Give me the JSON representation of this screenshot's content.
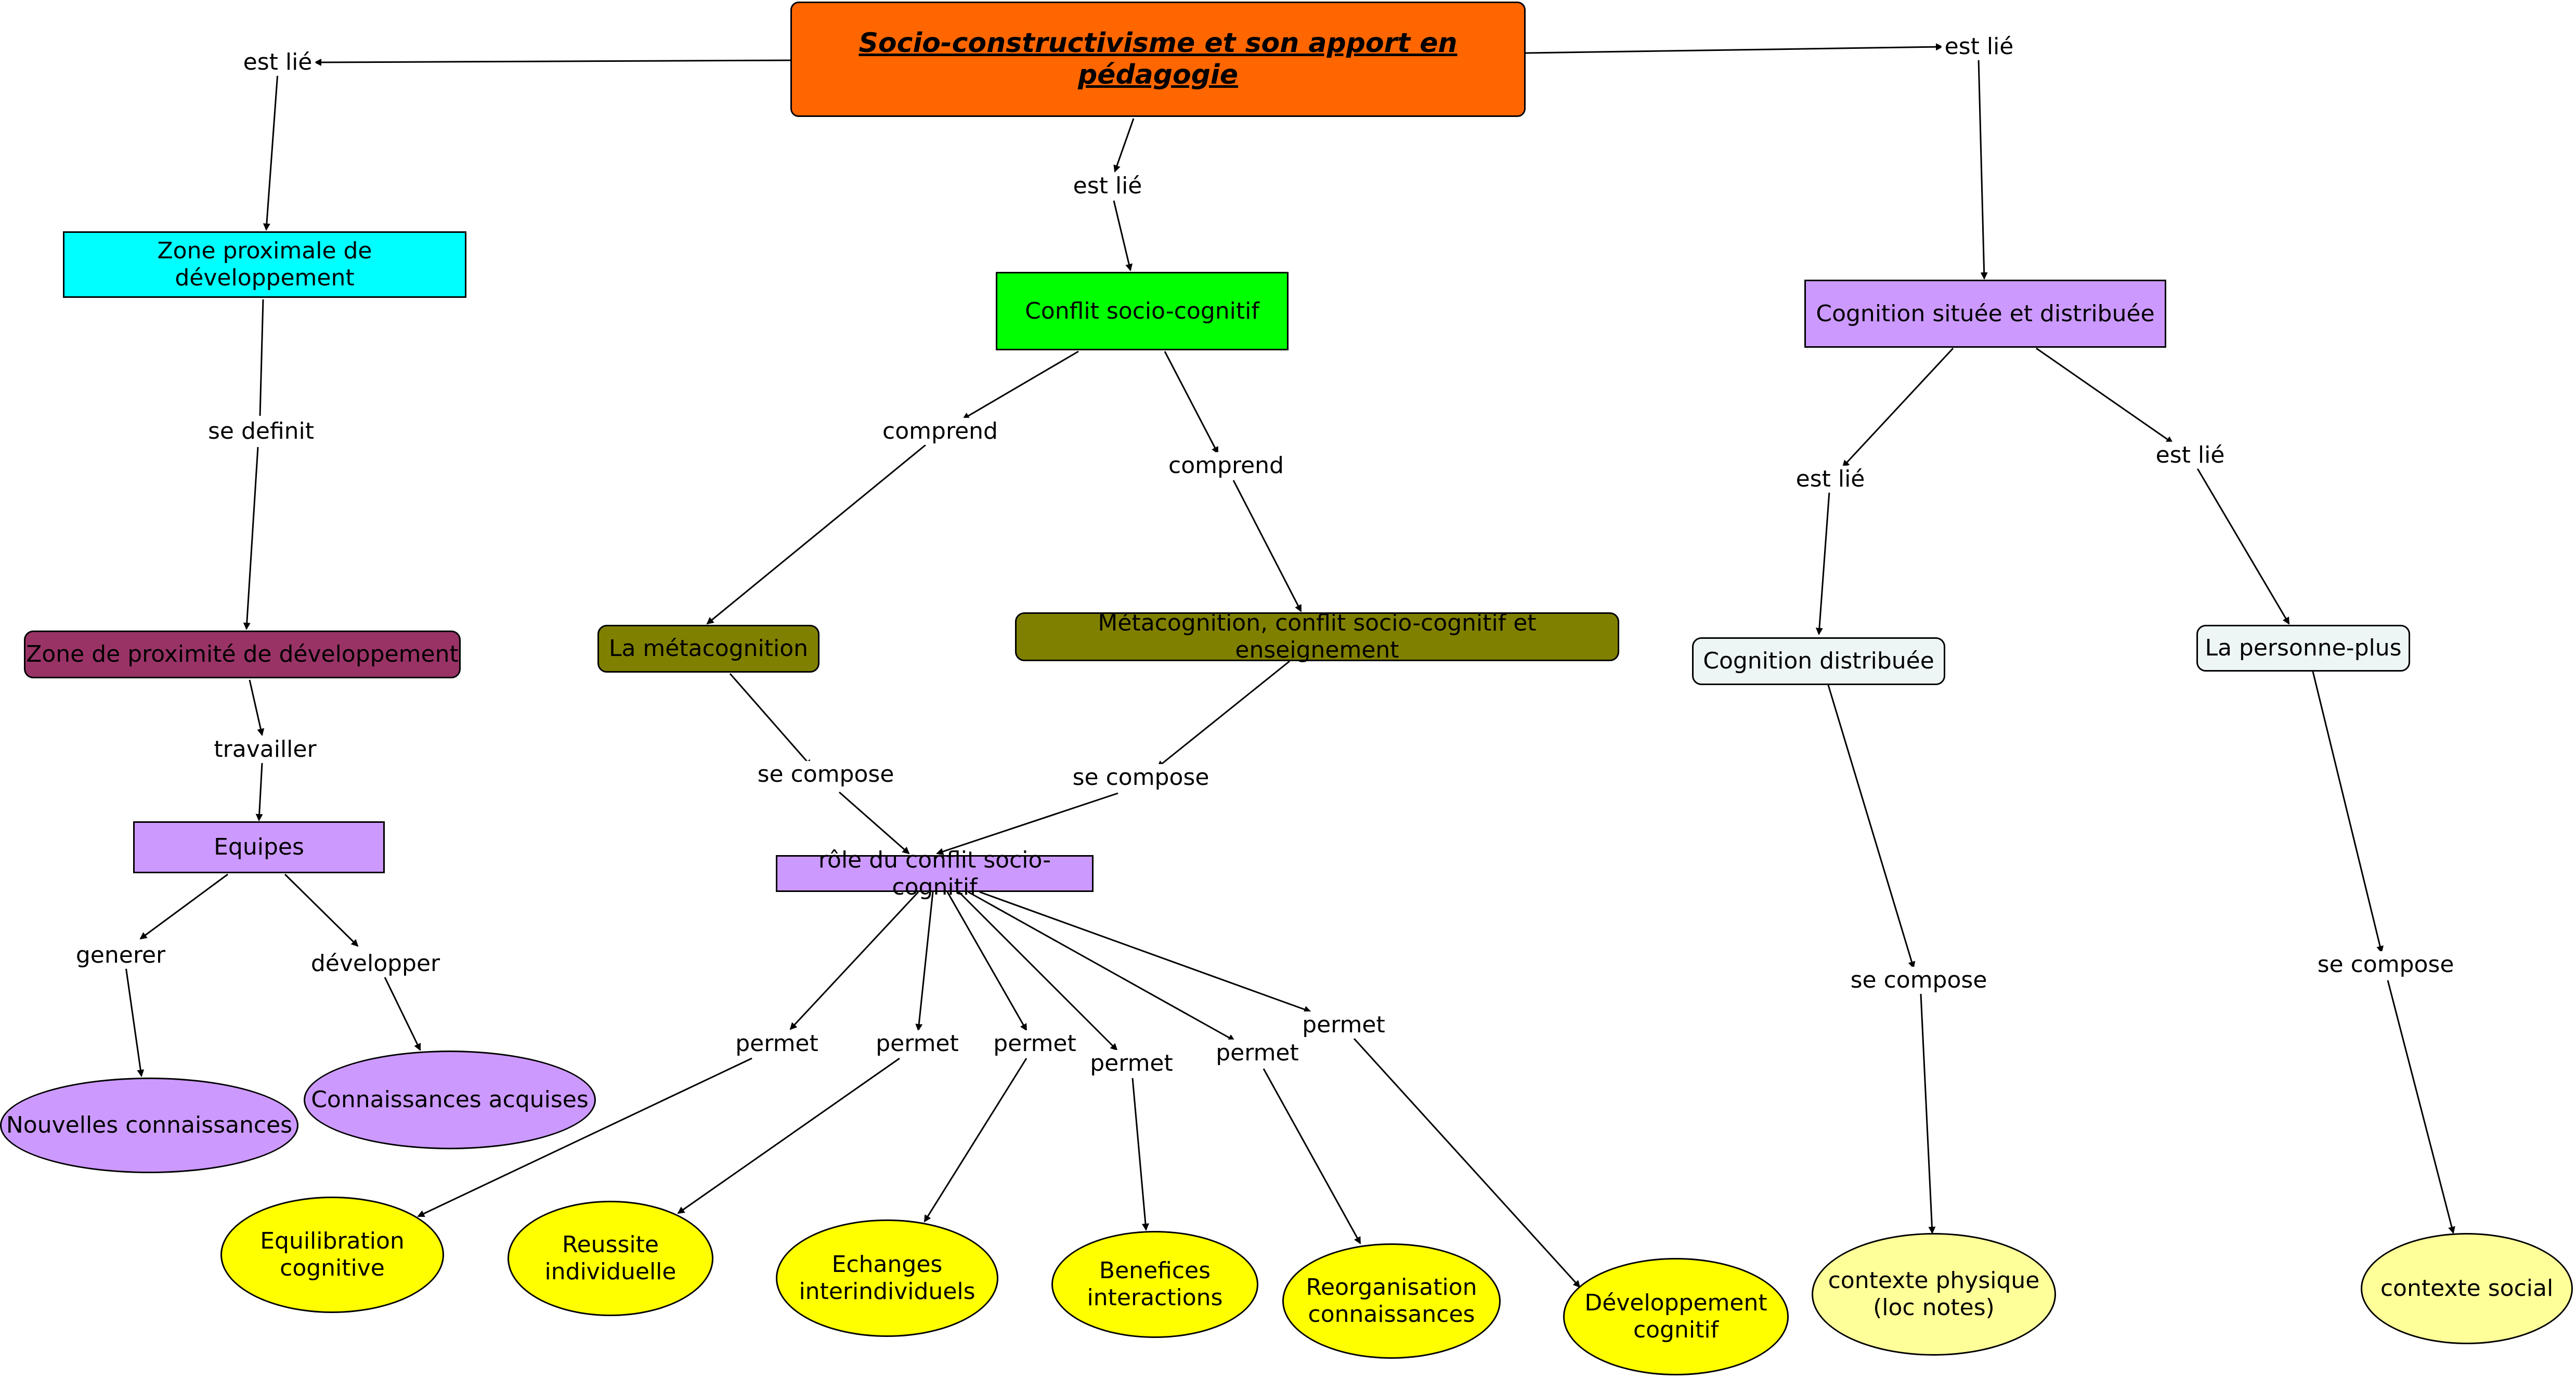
{
  "concepts": {
    "root": {
      "label": "Socio-constructivisme et son apport en pédagogie",
      "color": "#ff6600"
    },
    "zpd": {
      "label": "Zone proximale de développement",
      "color": "#00ffff"
    },
    "conflit": {
      "label": "Conflit socio-cognitif",
      "color": "#00ff00"
    },
    "cognition_situee": {
      "label": "Cognition située et distribuée",
      "color": "#cc99ff"
    },
    "zone_prox": {
      "label": "Zone de proximité de développement",
      "color": "#993366"
    },
    "metacognition": {
      "label": "La métacognition",
      "color": "#808000"
    },
    "meta_conflit": {
      "label": "Métacognition, conflit socio-cognitif et enseignement",
      "color": "#808000"
    },
    "cog_distribuee": {
      "label": "Cognition distribuée",
      "color": "#eef5f5"
    },
    "personne_plus": {
      "label": "La personne-plus",
      "color": "#eef5f5"
    },
    "equipes": {
      "label": "Equipes",
      "color": "#cc99ff"
    },
    "role_conflit": {
      "label": "rôle du conflit socio-cognitif",
      "color": "#cc99ff"
    },
    "nouvelles": {
      "label": "Nouvelles connaissances",
      "color": "#cc99ff"
    },
    "acquises": {
      "label": "Connaissances acquises",
      "color": "#cc99ff"
    },
    "equilibration": {
      "label": "Equilibration\ncognitive",
      "color": "#ffff00"
    },
    "reussite": {
      "label": "Reussite\nindividuelle",
      "color": "#ffff00"
    },
    "echanges": {
      "label": "Echanges\ninterindividuels",
      "color": "#ffff00"
    },
    "benefices": {
      "label": "Benefices\ninteractions",
      "color": "#ffff00"
    },
    "reorganisation": {
      "label": "Reorganisation\nconnaissances",
      "color": "#ffff00"
    },
    "developpement": {
      "label": "Développement\ncognitif",
      "color": "#ffff00"
    },
    "contexte_physique": {
      "label": "contexte physique\n(loc notes)",
      "color": "#ffff99"
    },
    "contexte_social": {
      "label": "contexte social",
      "color": "#ffff99"
    }
  },
  "links": {
    "l1": "est lié",
    "l2": "est lié",
    "l3": "est lié",
    "l4": "se definit",
    "l5": "comprend",
    "l6": "comprend",
    "l7": "est lié",
    "l8": "est lié",
    "l9": "travailler",
    "l10": "se compose",
    "l11": "se compose",
    "l12": "se compose",
    "l13": "se compose",
    "l14": "generer",
    "l15": "développer",
    "l16": "permet",
    "l17": "permet",
    "l18": "permet",
    "l19": "permet",
    "l20": "permet",
    "l21": "permet"
  },
  "colors": {
    "edge": "#000000",
    "node_border": "#000000",
    "background": "#ffffff"
  }
}
